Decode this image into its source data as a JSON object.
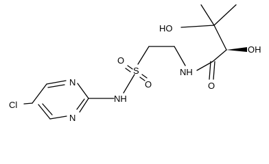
{
  "atom_labels": {
    "cl": "Cl",
    "n_ring_top": "N",
    "n_ring_bottom": "N",
    "nh_sulfonamide": "NH",
    "s": "S",
    "o_s_top": "O",
    "o_s_bottom": "O",
    "nh_amide": "NH",
    "o_carbonyl": "O",
    "oh_hydroxymethyl": "HO",
    "oh_alpha": "OH"
  }
}
